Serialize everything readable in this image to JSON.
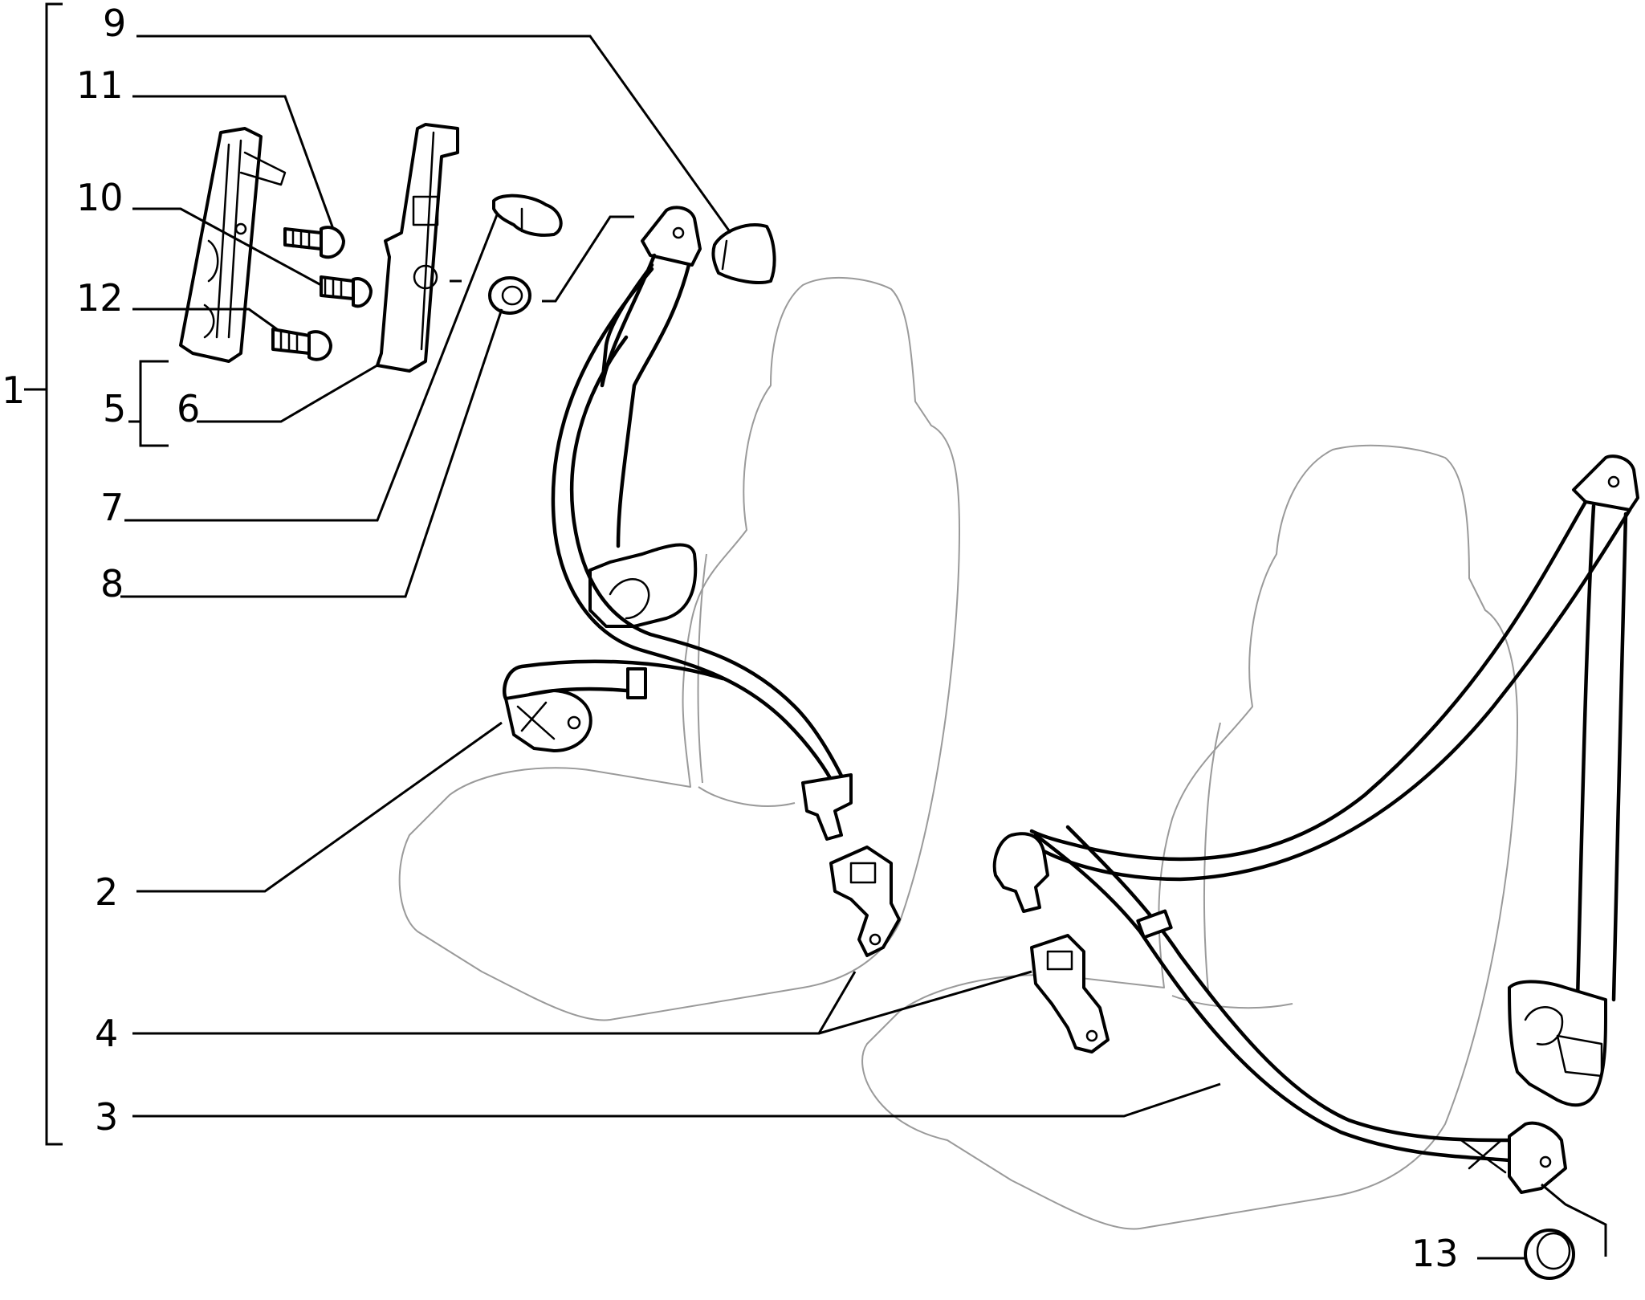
{
  "diagram": {
    "type": "exploded-parts-view",
    "callouts": [
      {
        "id": "c1",
        "label": "1"
      },
      {
        "id": "c2",
        "label": "2"
      },
      {
        "id": "c3",
        "label": "3"
      },
      {
        "id": "c4",
        "label": "4"
      },
      {
        "id": "c5",
        "label": "5"
      },
      {
        "id": "c6",
        "label": "6"
      },
      {
        "id": "c7",
        "label": "7"
      },
      {
        "id": "c8",
        "label": "8"
      },
      {
        "id": "c9",
        "label": "9"
      },
      {
        "id": "c10",
        "label": "10"
      },
      {
        "id": "c11",
        "label": "11"
      },
      {
        "id": "c12",
        "label": "12"
      },
      {
        "id": "c13",
        "label": "13"
      }
    ]
  }
}
